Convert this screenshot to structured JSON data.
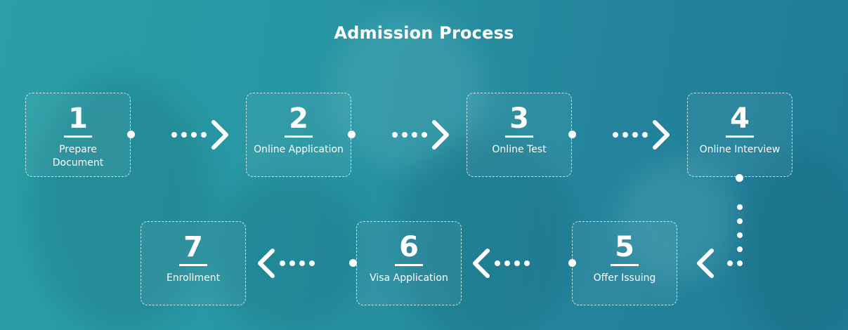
{
  "title": "Admission Process",
  "steps": [
    {
      "number": "1",
      "label": "Prepare Document"
    },
    {
      "number": "2",
      "label": "Online Application"
    },
    {
      "number": "3",
      "label": "Online Test"
    },
    {
      "number": "4",
      "label": "Online Interview"
    },
    {
      "number": "5",
      "label": "Offer Issuing"
    },
    {
      "number": "6",
      "label": "Visa Application"
    },
    {
      "number": "7",
      "label": "Enrollment"
    }
  ],
  "colors": {
    "background_start": "#2a9fa6",
    "background_end": "#1f7b95",
    "foreground": "#ffffff"
  }
}
